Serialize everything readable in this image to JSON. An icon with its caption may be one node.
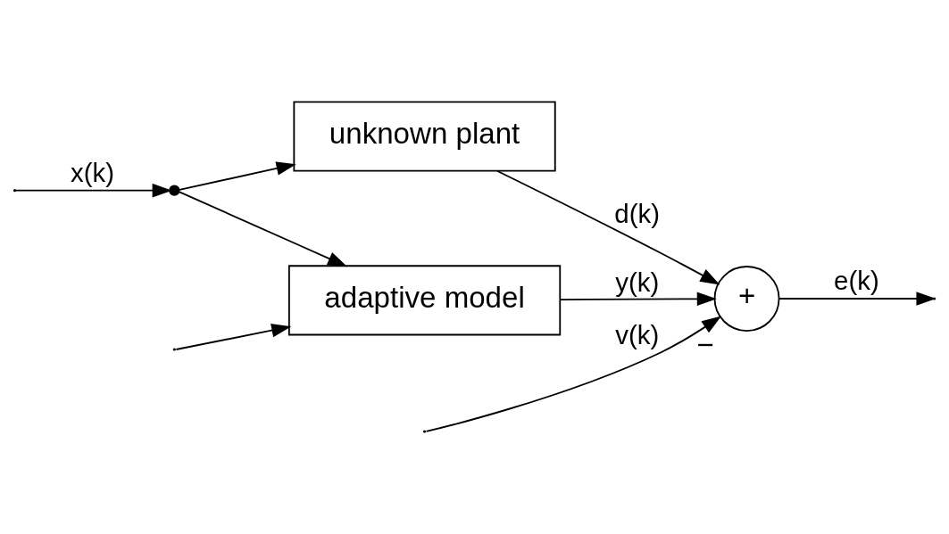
{
  "diagram": {
    "nodes": [
      {
        "text": [
          "unknown plant"
        ]
      },
      {
        "text": [
          "adaptive model"
        ]
      },
      {
        "text": [
          "+"
        ],
        "beside": [
          "−"
        ]
      },
      {
        "text": [],
        "shape": "circle"
      }
    ],
    "edges": [
      {
        "from": null,
        "to": 3,
        "arrow": "to",
        "label": "x(k)"
      },
      {
        "from": 3,
        "to": 0,
        "arrow": "to"
      },
      {
        "from": 3,
        "to": 1,
        "arrow": "to"
      },
      {
        "from": 0,
        "to": 2,
        "arrow": "to",
        "label": "d(k)"
      },
      {
        "from": null,
        "to": 2,
        "arrow": "to",
        "label": "v(k)"
      },
      {
        "from": 1,
        "to": 2,
        "arrow": "to",
        "label": "y(k)"
      },
      {
        "from": 2,
        "to": null,
        "arrow": "to",
        "label": "e(k)"
      },
      {
        "from": null,
        "to": 1,
        "arrow": "to"
      }
    ]
  }
}
